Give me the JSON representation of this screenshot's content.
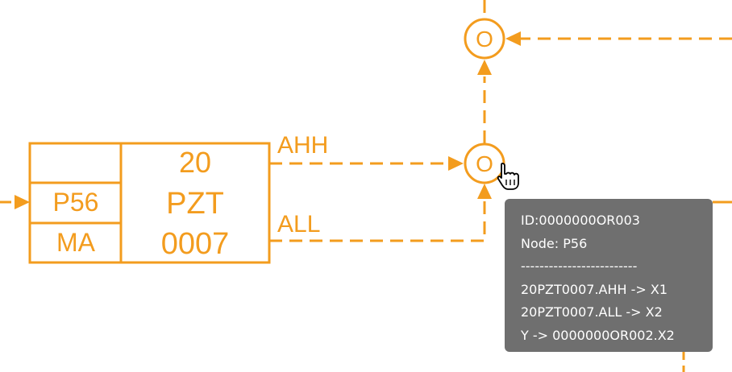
{
  "colors": {
    "line": "#f39c1e",
    "tooltip_bg": "#6f6f6f",
    "tooltip_text": "#ffffff"
  },
  "function_block": {
    "tag_number": "20",
    "tag_type": "PZT",
    "tag_loop": "0007",
    "node": "P56",
    "mode": "MA",
    "output_high": "AHH",
    "output_low": "ALL"
  },
  "or_gates": [
    {
      "symbol": "O"
    },
    {
      "symbol": "O"
    }
  ],
  "tooltip": {
    "lines": [
      "ID:0000000OR003",
      "Node: P56",
      "-------------------------",
      "20PZT0007.AHH -> X1",
      "20PZT0007.ALL -> X2",
      "Y -> 0000000OR002.X2"
    ]
  },
  "cursor_icon": "hand-pointer-icon"
}
